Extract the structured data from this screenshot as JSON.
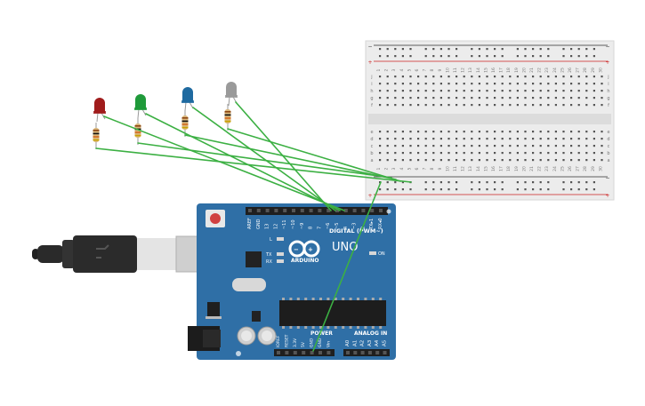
{
  "arduino": {
    "brand": "ARDUINO",
    "model": "UNO",
    "digital_label": "DIGITAL (PWM~)",
    "power_label": "POWER",
    "analog_label": "ANALOG IN",
    "on_label": "ON",
    "l_label": "L",
    "tx_label": "TX",
    "rx_label": "RX",
    "top_pin_labels": [
      "AREF",
      "GND",
      "13",
      "12",
      "~11",
      "~10",
      "~9",
      "8",
      "7",
      "~6",
      "~5",
      "4",
      "~3",
      "2",
      "TX▸1",
      "RX◂0"
    ],
    "power_pin_labels": [
      "IOREF",
      "RESET",
      "3.3V",
      "5V",
      "GND",
      "GND",
      "Vin"
    ],
    "analog_pin_labels": [
      "A0",
      "A1",
      "A2",
      "A3",
      "A4",
      "A5"
    ],
    "board_color": "#2f6fa6"
  },
  "breadboard": {
    "column_numbers": [
      "1",
      "2",
      "3",
      "4",
      "5",
      "6",
      "7",
      "8",
      "9",
      "10",
      "11",
      "12",
      "13",
      "14",
      "15",
      "16",
      "17",
      "18",
      "19",
      "20",
      "21",
      "22",
      "23",
      "24",
      "25",
      "26",
      "27",
      "28",
      "29",
      "30"
    ],
    "upper_row_letters": [
      "j",
      "i",
      "h",
      "g",
      "f"
    ],
    "lower_row_letters": [
      "e",
      "d",
      "c",
      "b",
      "a"
    ],
    "rail_minus": "−",
    "rail_plus": "+"
  },
  "leds": [
    {
      "name": "red-led",
      "color": "#a01c1c"
    },
    {
      "name": "green-led",
      "color": "#1f9a3a"
    },
    {
      "name": "blue-led",
      "color": "#1f6aa0"
    },
    {
      "name": "white-led",
      "color": "#9a9a9a"
    }
  ],
  "wire_color": "#3cb043"
}
